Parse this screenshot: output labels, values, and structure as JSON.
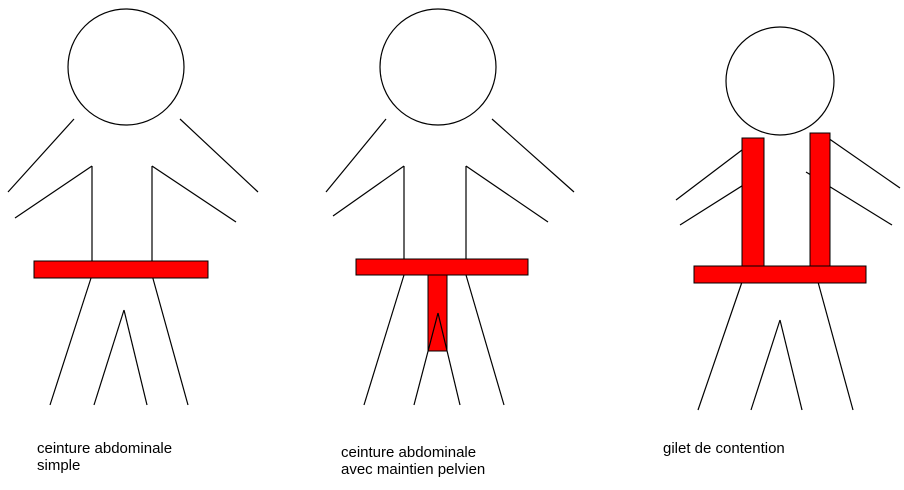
{
  "colors": {
    "background": "#ffffff",
    "strap": "#ff0000",
    "outline": "#000000"
  },
  "figures": [
    {
      "caption_line1": "ceinture abdominale",
      "caption_line2": "simple"
    },
    {
      "caption_line1": "ceinture abdominale",
      "caption_line2": "avec maintien pelvien"
    },
    {
      "caption_line1": "gilet de contention",
      "caption_line2": ""
    }
  ]
}
